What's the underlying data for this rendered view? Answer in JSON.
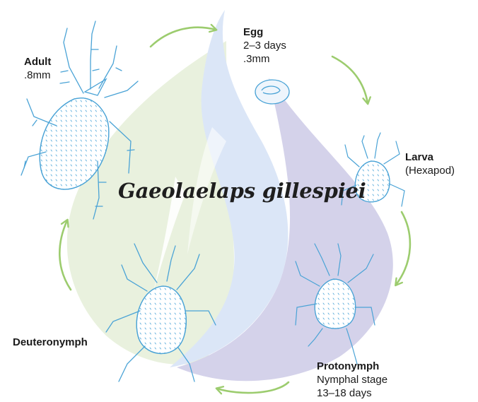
{
  "title": "Gaeolaelaps gillespiei",
  "stages": {
    "egg": {
      "name": "Egg",
      "duration": "2–3 days",
      "size": ".3mm"
    },
    "larva": {
      "name": "Larva",
      "note": "(Hexapod)"
    },
    "protonymph": {
      "name": "Protonymph",
      "note": "Nymphal stage",
      "duration": "13–18 days"
    },
    "deuteronymph": {
      "name": "Deuteronymph"
    },
    "adult": {
      "name": "Adult",
      "size": ".8mm"
    }
  },
  "colors": {
    "arrow": "#9ccc6e",
    "mite_line": "#4aa3d6",
    "leaf_green": "#e9f1de",
    "flame_blue": "#dbe6f7",
    "flame_purple": "#d4d2ea"
  },
  "icons": [
    "adult-mite-icon",
    "egg-icon",
    "larva-mite-icon",
    "protonymph-mite-icon",
    "deuteronymph-mite-icon",
    "cycle-arrow-icon"
  ]
}
